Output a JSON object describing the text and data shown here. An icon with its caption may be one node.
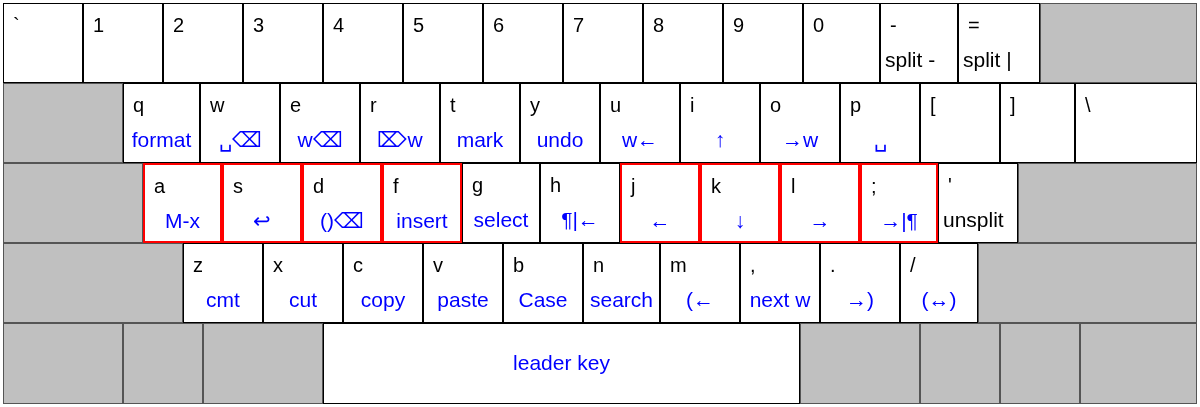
{
  "diagram": {
    "nodes": [
      {
        "text": [
          "`"
        ]
      },
      {
        "text": [
          "1"
        ]
      },
      {
        "text": [
          "2"
        ]
      },
      {
        "text": [
          "3"
        ]
      },
      {
        "text": [
          "4"
        ]
      },
      {
        "text": [
          "5"
        ]
      },
      {
        "text": [
          "6"
        ]
      },
      {
        "text": [
          "7"
        ]
      },
      {
        "text": [
          "8"
        ]
      },
      {
        "text": [
          "9"
        ]
      },
      {
        "text": [
          "0"
        ]
      },
      {
        "text": [
          "-",
          "split -"
        ]
      },
      {
        "text": [
          "=",
          "split |"
        ]
      },
      {
        "text": [],
        "shape": "box"
      },
      {
        "text": [],
        "shape": "box"
      },
      {
        "text": [
          "q",
          "format"
        ]
      },
      {
        "text": [
          "w",
          "␣⌫"
        ]
      },
      {
        "text": [
          "e",
          "w⌫"
        ]
      },
      {
        "text": [
          "r",
          "⌦w"
        ]
      },
      {
        "text": [
          "t",
          "mark"
        ]
      },
      {
        "text": [
          "y",
          "undo"
        ]
      },
      {
        "text": [
          "u",
          "w←"
        ]
      },
      {
        "text": [
          "i",
          "↑"
        ]
      },
      {
        "text": [
          "o",
          "→w"
        ]
      },
      {
        "text": [
          "p",
          "␣"
        ]
      },
      {
        "text": [
          "["
        ]
      },
      {
        "text": [
          "]"
        ]
      },
      {
        "text": [
          "\\"
        ]
      },
      {
        "text": [],
        "shape": "box"
      },
      {
        "text": [
          "a",
          "M-x"
        ]
      },
      {
        "text": [
          "s",
          "↩"
        ]
      },
      {
        "text": [
          "d",
          "()⌫"
        ]
      },
      {
        "text": [
          "f",
          "insert"
        ]
      },
      {
        "text": [
          "g",
          "select"
        ]
      },
      {
        "text": [
          "h",
          "¶|←"
        ]
      },
      {
        "text": [
          "j",
          "←"
        ]
      },
      {
        "text": [
          "k",
          "↓"
        ]
      },
      {
        "text": [
          "l",
          "→"
        ]
      },
      {
        "text": [
          ";",
          "→|¶"
        ]
      },
      {
        "text": [
          "'",
          "unsplit"
        ]
      },
      {
        "text": [],
        "shape": "box"
      },
      {
        "text": [],
        "shape": "box"
      },
      {
        "text": [
          "z",
          "cmt"
        ]
      },
      {
        "text": [
          "x",
          "cut"
        ]
      },
      {
        "text": [
          "c",
          "copy"
        ]
      },
      {
        "text": [
          "v",
          "paste"
        ]
      },
      {
        "text": [
          "b",
          "Case"
        ]
      },
      {
        "text": [
          "n",
          "search"
        ]
      },
      {
        "text": [
          "m",
          "(←"
        ]
      },
      {
        "text": [
          ",",
          "next w"
        ]
      },
      {
        "text": [
          ".",
          "→)"
        ]
      },
      {
        "text": [
          "/",
          "(↔)"
        ]
      },
      {
        "text": [],
        "shape": "box"
      },
      {
        "text": [],
        "shape": "box"
      },
      {
        "text": [],
        "shape": "box"
      },
      {
        "text": [],
        "shape": "box"
      },
      {
        "text": [
          "leader key"
        ]
      },
      {
        "text": [],
        "shape": "box"
      },
      {
        "text": [],
        "shape": "box"
      },
      {
        "text": [],
        "shape": "box"
      },
      {
        "text": [],
        "shape": "box"
      }
    ]
  }
}
